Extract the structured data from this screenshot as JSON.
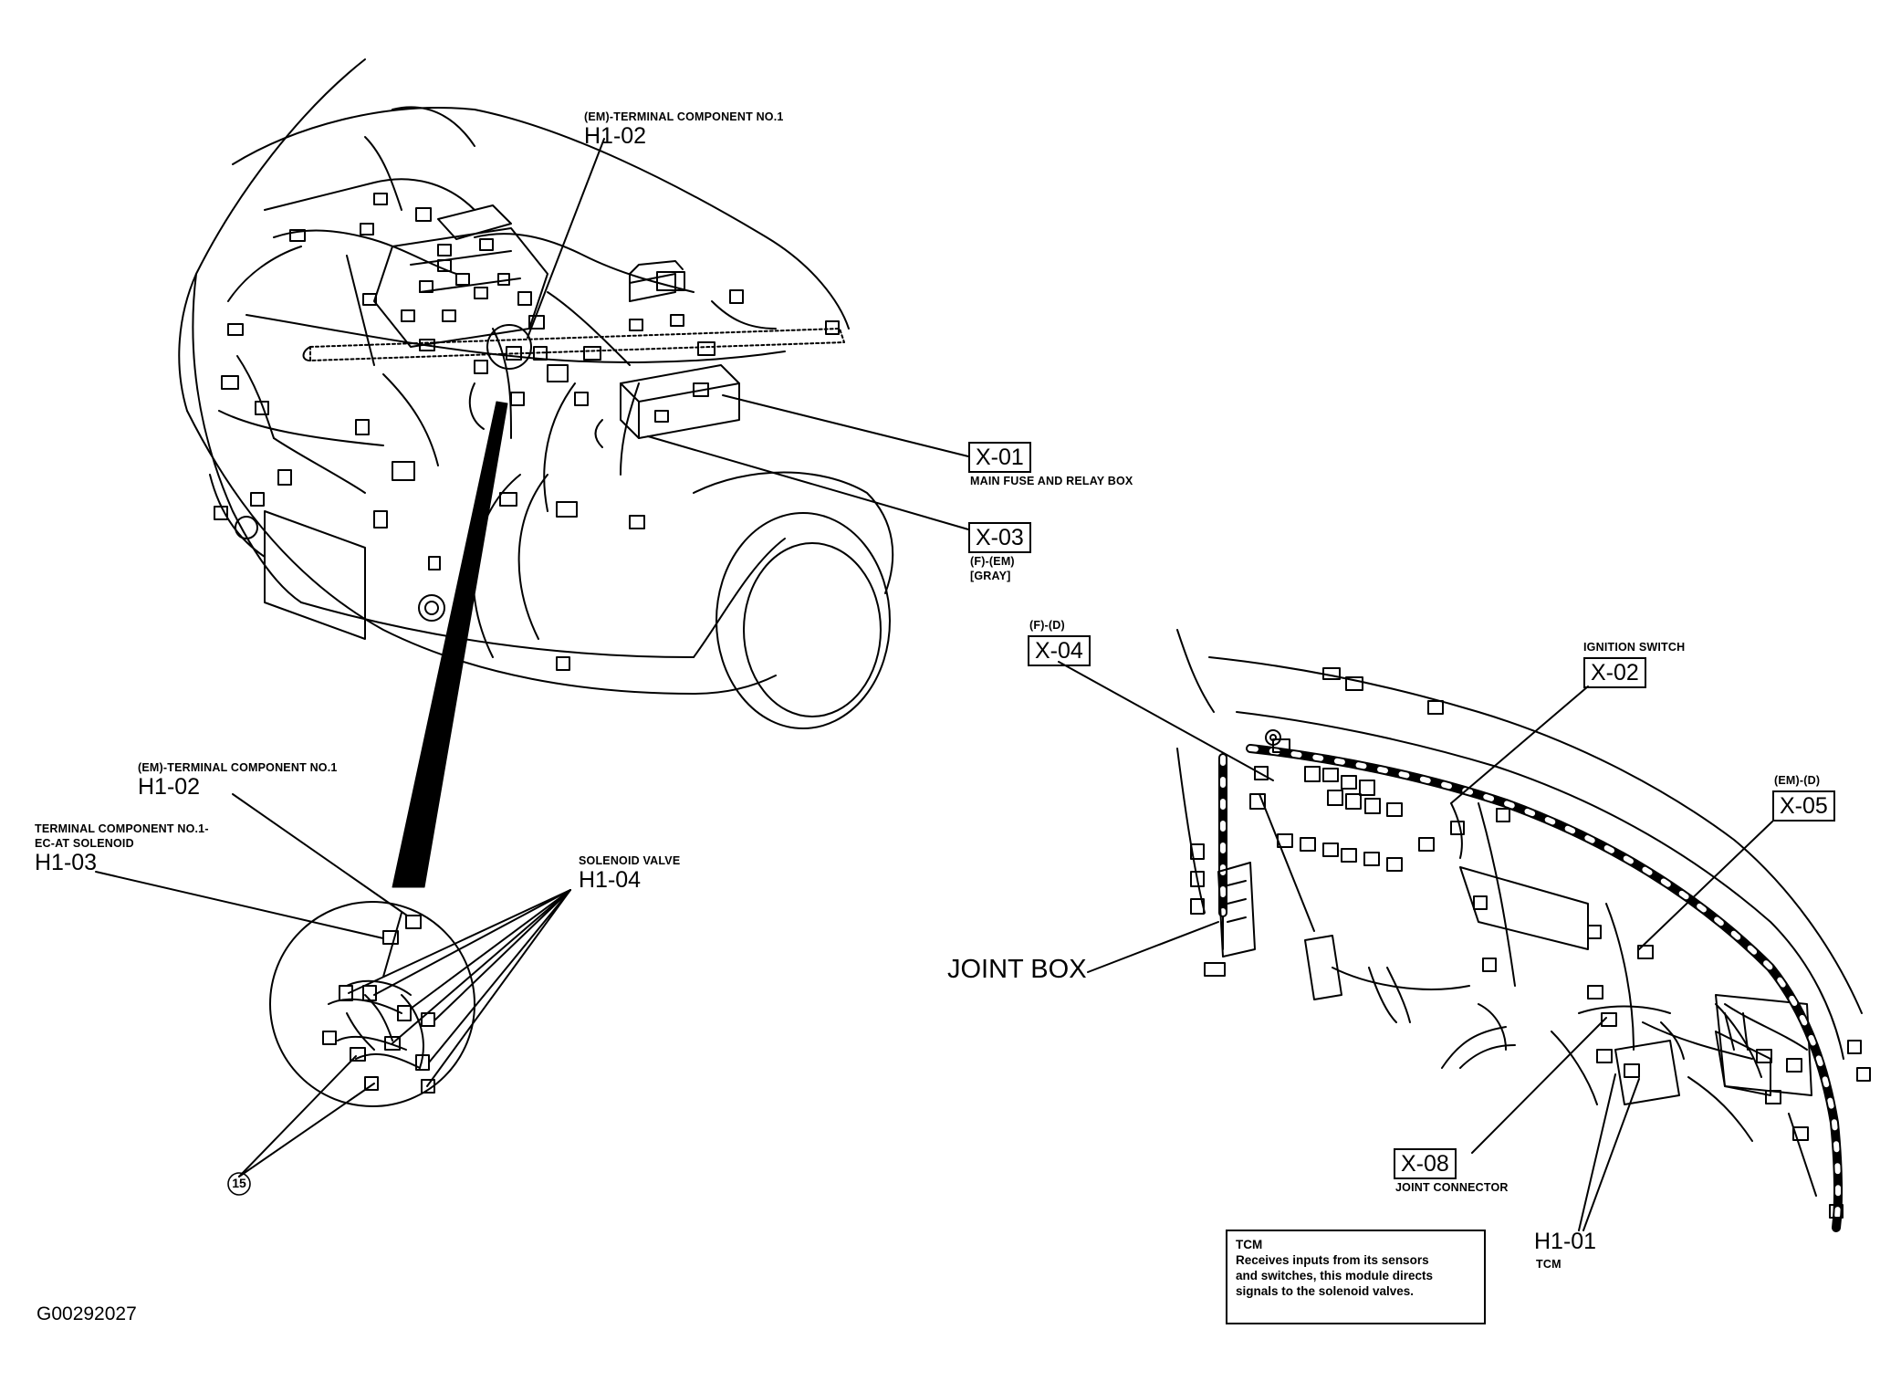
{
  "figure_id": "G00292027",
  "callouts": {
    "h1_02_top": {
      "caption": "(EM)-TERMINAL COMPONENT NO.1",
      "code": "H1-02"
    },
    "x01": {
      "code": "X-01",
      "caption": "MAIN FUSE AND RELAY BOX"
    },
    "x03": {
      "code": "X-03",
      "caption_line1": "(F)-(EM)",
      "caption_line2": "[GRAY]"
    },
    "x04": {
      "caption": "(F)-(D)",
      "code": "X-04"
    },
    "x02": {
      "caption": "IGNITION SWITCH",
      "code": "X-02"
    },
    "x05": {
      "caption": "(EM)-(D)",
      "code": "X-05"
    },
    "h1_02_detail": {
      "caption": "(EM)-TERMINAL COMPONENT NO.1",
      "code": "H1-02"
    },
    "h1_03": {
      "caption_line1": "TERMINAL COMPONENT NO.1-",
      "caption_line2": "EC-AT SOLENOID",
      "code": "H1-03"
    },
    "h1_04": {
      "caption": "SOLENOID VALVE",
      "code": "H1-04"
    },
    "joint_box": {
      "label": "JOINT BOX"
    },
    "x08": {
      "code": "X-08",
      "caption": "JOINT CONNECTOR"
    },
    "h1_01": {
      "code": "H1-01",
      "caption": "TCM"
    },
    "ref_15": {
      "label": "15"
    }
  },
  "tcm_note": {
    "title": "TCM",
    "lines": [
      "Receives inputs from its sensors",
      "and switches, this module directs",
      "signals to the solenoid valves."
    ]
  }
}
